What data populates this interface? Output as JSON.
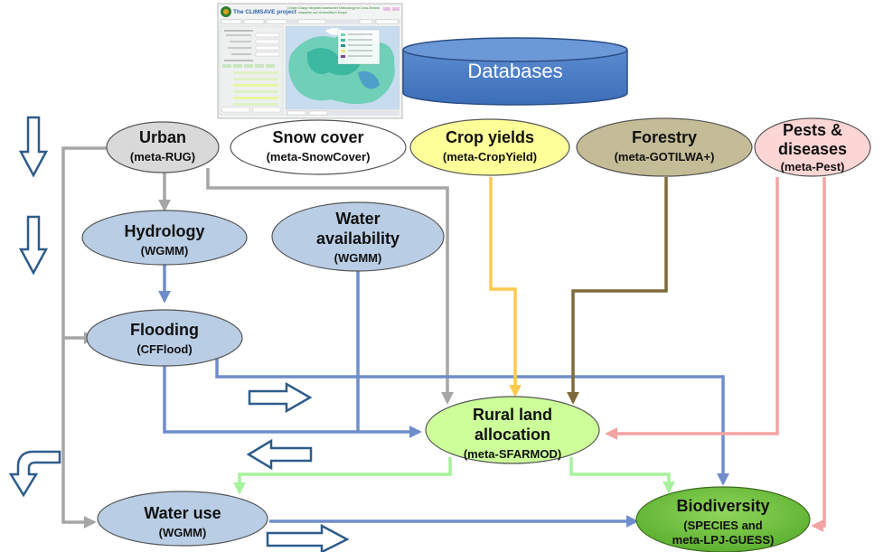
{
  "screenshot": {
    "title": "The CLIMSAVE project",
    "subtitle_line1": "Climate Change Integrated Assessment Methodology for Cross-Sectoral",
    "subtitle_line2": "Adaptation and Vulnerability in Europe"
  },
  "database": {
    "label": "Databases"
  },
  "nodes": {
    "urban": {
      "title": "Urban",
      "sub": "(meta-RUG)"
    },
    "snow": {
      "title": "Snow cover",
      "sub": "(meta-SnowCover)"
    },
    "crop": {
      "title": "Crop yields",
      "sub": "(meta-CropYield)"
    },
    "forestry": {
      "title": "Forestry",
      "sub": "(meta-GOTILWA+)"
    },
    "pests": {
      "title1": "Pests &",
      "title2": "diseases",
      "sub": "(meta-Pest)"
    },
    "hydrology": {
      "title": "Hydrology",
      "sub": "(WGMM)"
    },
    "water_avail": {
      "title1": "Water",
      "title2": "availability",
      "sub": "(WGMM)"
    },
    "flooding": {
      "title": "Flooding",
      "sub": "(CFFlood)"
    },
    "rural": {
      "title1": "Rural land",
      "title2": "allocation",
      "sub": "(meta-SFARMOD)"
    },
    "water_use": {
      "title": "Water use",
      "sub": "(WGMM)"
    },
    "biodiversity": {
      "title": "Biodiversity",
      "sub1": "(SPECIES and",
      "sub2": "meta-LPJ-GUESS)"
    }
  },
  "colors": {
    "gray": "#A6A6A6",
    "blue": "#6F8DCB",
    "yellow": "#FFC94D",
    "olive": "#7E6A3A",
    "pink": "#F4A3A3",
    "green": "#A6F29C",
    "hollow_arrow": "#2E5C8A"
  }
}
